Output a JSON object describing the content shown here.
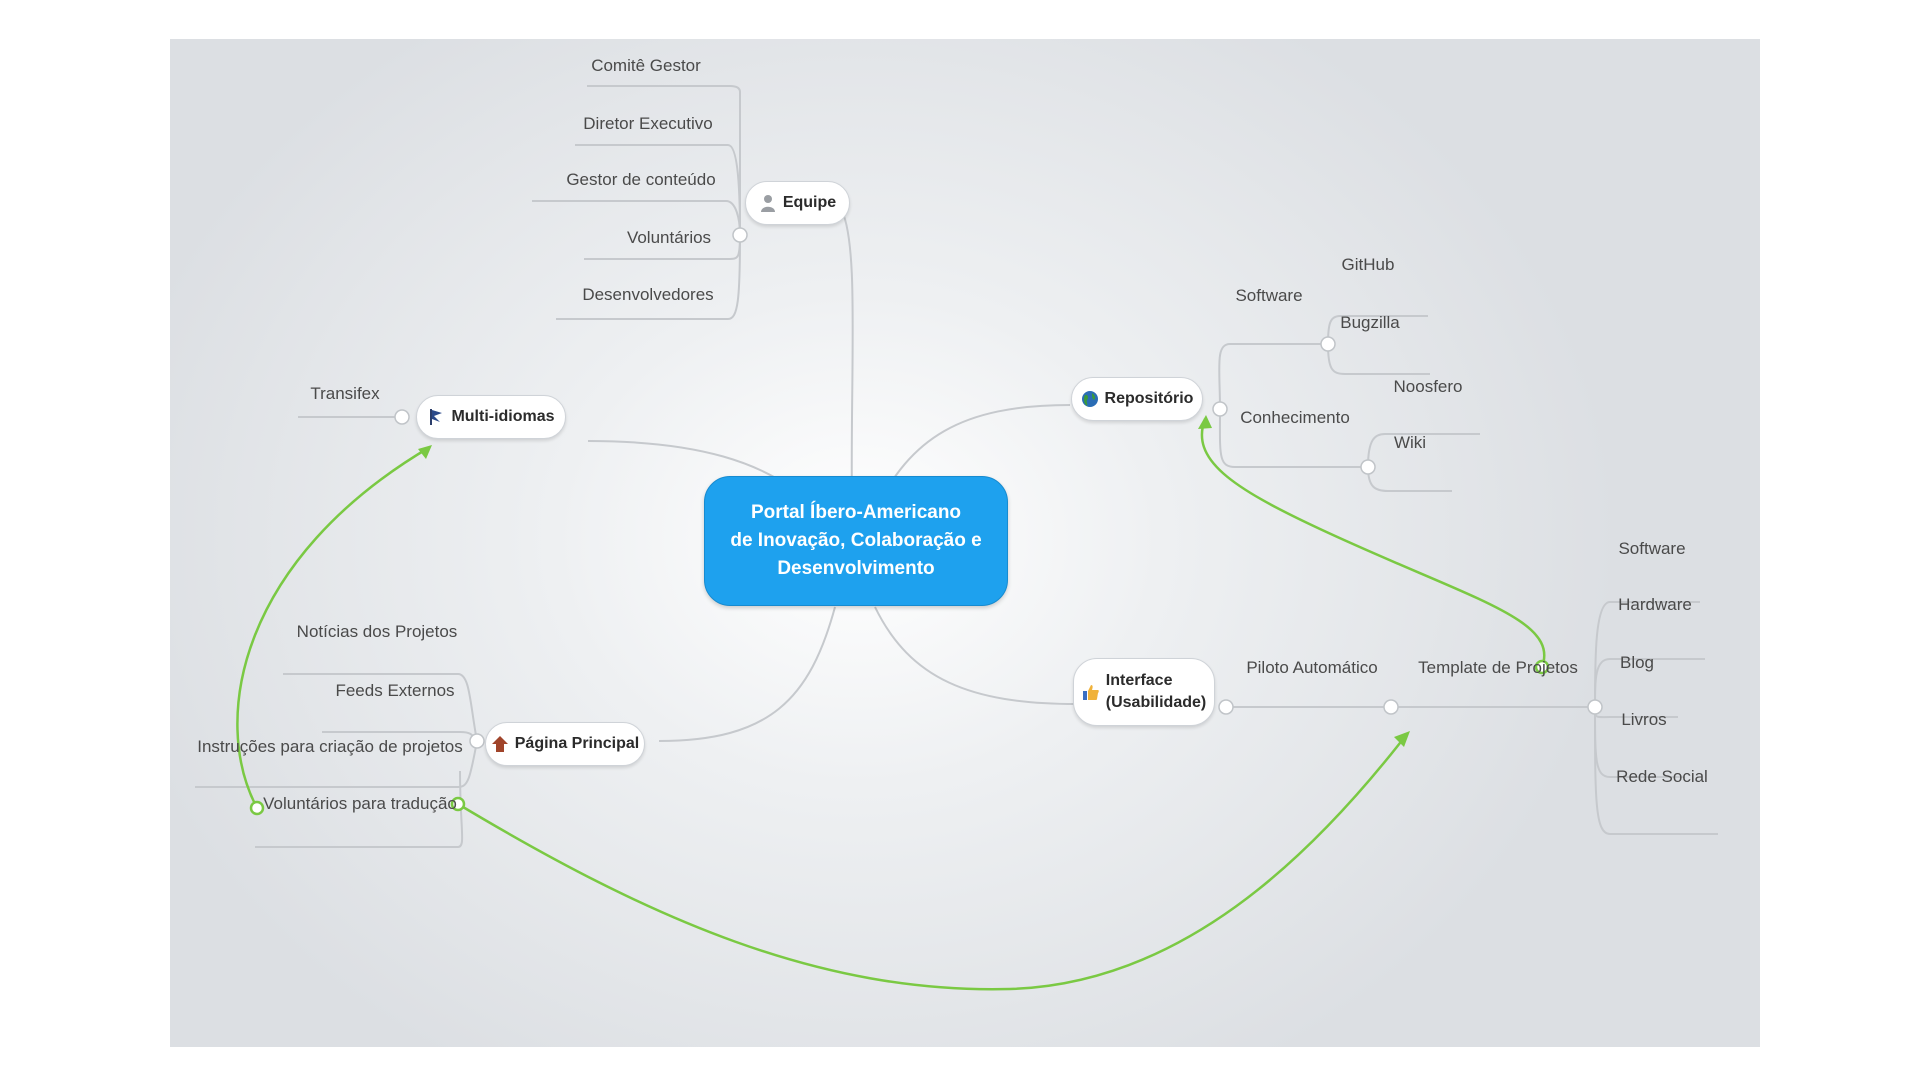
{
  "central": {
    "lines": [
      "Portal Íbero-Americano",
      "de Inovação, Colaboração e",
      "Desenvolvimento"
    ]
  },
  "colors": {
    "central_fill": "#1ea1ee",
    "connector": "#c6c9cd",
    "relationship": "#7ac943",
    "background": "#dcdfe3"
  },
  "branches": {
    "equipe": {
      "label": "Equipe",
      "icon": "person-icon",
      "children": [
        "Comitê Gestor",
        "Diretor Executivo",
        "Gestor de conteúdo",
        "Voluntários",
        "Desenvolvedores"
      ]
    },
    "multi_idiomas": {
      "label": "Multi-idiomas",
      "icon": "flag-icon",
      "children": [
        "Transifex"
      ]
    },
    "pagina_principal": {
      "label": "Página Principal",
      "icon": "house-icon",
      "children": [
        "Notícias dos Projetos",
        "Feeds Externos",
        "Instruções para criação de projetos",
        "Voluntários para tradução"
      ]
    },
    "repositorio": {
      "label": "Repositório",
      "icon": "globe-icon",
      "software": {
        "label": "Software",
        "children": [
          "GitHub",
          "Bugzilla"
        ]
      },
      "conhecimento": {
        "label": "Conhecimento",
        "children": [
          "Noosfero",
          "Wiki"
        ]
      }
    },
    "interface": {
      "label_line1": "Interface",
      "label_line2": "(Usabilidade)",
      "icon": "thumbs-up-icon",
      "piloto": "Piloto Automático",
      "template": {
        "label": "Template de Projetos",
        "children": [
          "Software",
          "Hardware",
          "Blog",
          "Livros",
          "Rede Social"
        ]
      }
    }
  }
}
